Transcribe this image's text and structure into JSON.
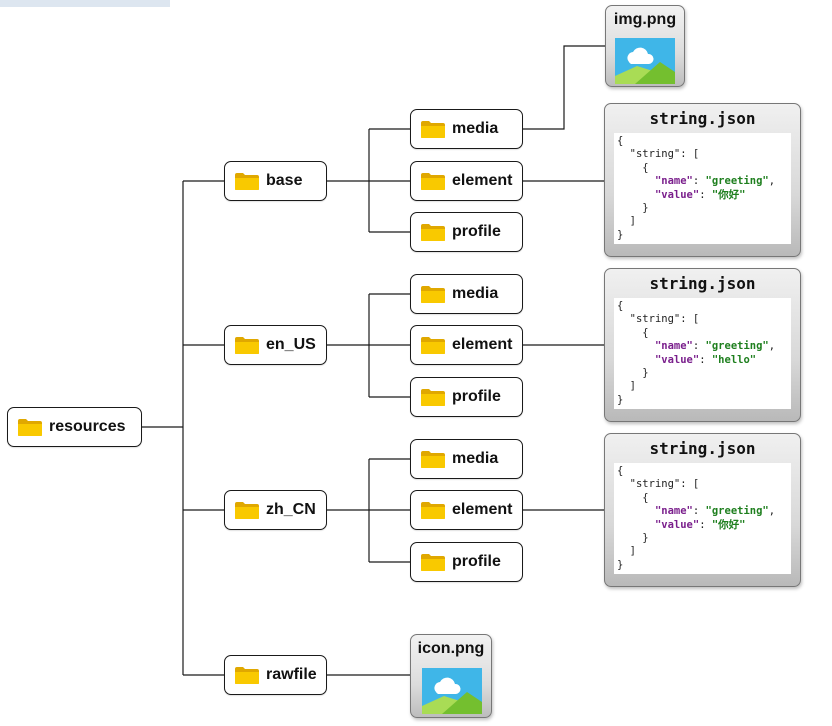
{
  "tree": {
    "root": {
      "label": "resources",
      "icon": "folder-icon"
    },
    "qualifiers": [
      {
        "label": "base",
        "icon": "folder-icon"
      },
      {
        "label": "en_US",
        "icon": "folder-icon"
      },
      {
        "label": "zh_CN",
        "icon": "folder-icon"
      },
      {
        "label": "rawfile",
        "icon": "folder-icon"
      }
    ],
    "children": {
      "base": [
        "media",
        "element",
        "profile"
      ],
      "en_US": [
        "media",
        "element",
        "profile"
      ],
      "zh_CN": [
        "media",
        "element",
        "profile"
      ]
    }
  },
  "files": {
    "img_png": {
      "name": "img.png",
      "icon": "image-icon"
    },
    "icon_png": {
      "name": "icon.png",
      "icon": "image-icon"
    }
  },
  "json_cards": [
    {
      "title": "string.json",
      "open": "{",
      "string_key": "\"string\": [",
      "obj_open": "{",
      "name_key": "\"name\"",
      "name_value": "\"greeting\"",
      "value_key": "\"value\"",
      "value_value": "\"你好\"",
      "obj_close": "}",
      "arr_close": "]",
      "close": "}"
    },
    {
      "title": "string.json",
      "open": "{",
      "string_key": "\"string\": [",
      "obj_open": "{",
      "name_key": "\"name\"",
      "name_value": "\"greeting\"",
      "value_key": "\"value\"",
      "value_value": "\"hello\"",
      "obj_close": "}",
      "arr_close": "]",
      "close": "}"
    },
    {
      "title": "string.json",
      "open": "{",
      "string_key": "\"string\": [",
      "obj_open": "{",
      "name_key": "\"name\"",
      "name_value": "\"greeting\"",
      "value_key": "\"value\"",
      "value_value": "\"你好\"",
      "obj_close": "}",
      "arr_close": "]",
      "close": "}"
    }
  ],
  "colors": {
    "folder": "#f9c900",
    "folder_dark": "#e0a800",
    "line": "#1a1a1a",
    "json_key": "#7a1f8c",
    "json_string": "#1e7f1e",
    "sky": "#3fb6e8",
    "hill": "#8bcf3f"
  }
}
